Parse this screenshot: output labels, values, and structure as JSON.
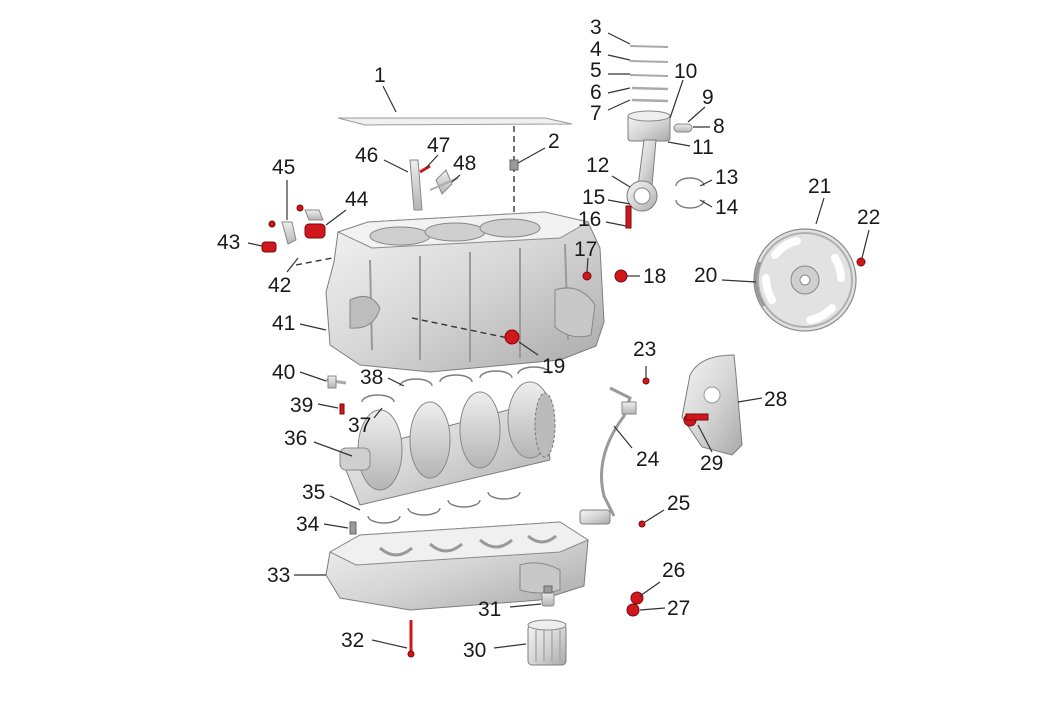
{
  "diagram": {
    "callouts": [
      {
        "n": "1"
      },
      {
        "n": "2"
      },
      {
        "n": "3"
      },
      {
        "n": "4"
      },
      {
        "n": "5"
      },
      {
        "n": "6"
      },
      {
        "n": "7"
      },
      {
        "n": "8"
      },
      {
        "n": "9"
      },
      {
        "n": "10"
      },
      {
        "n": "11"
      },
      {
        "n": "12"
      },
      {
        "n": "13"
      },
      {
        "n": "14"
      },
      {
        "n": "15"
      },
      {
        "n": "16"
      },
      {
        "n": "17"
      },
      {
        "n": "18"
      },
      {
        "n": "19"
      },
      {
        "n": "20"
      },
      {
        "n": "21"
      },
      {
        "n": "22"
      },
      {
        "n": "23"
      },
      {
        "n": "24"
      },
      {
        "n": "25"
      },
      {
        "n": "26"
      },
      {
        "n": "27"
      },
      {
        "n": "28"
      },
      {
        "n": "29"
      },
      {
        "n": "30"
      },
      {
        "n": "31"
      },
      {
        "n": "32"
      },
      {
        "n": "33"
      },
      {
        "n": "34"
      },
      {
        "n": "35"
      },
      {
        "n": "36"
      },
      {
        "n": "37"
      },
      {
        "n": "38"
      },
      {
        "n": "39"
      },
      {
        "n": "40"
      },
      {
        "n": "41"
      },
      {
        "n": "42"
      },
      {
        "n": "43"
      },
      {
        "n": "44"
      },
      {
        "n": "45"
      },
      {
        "n": "46"
      },
      {
        "n": "47"
      },
      {
        "n": "48"
      }
    ],
    "colors": {
      "background": "#ffffff",
      "part_metal": "#d9d9d9",
      "highlight_fastener": "#d0171c",
      "label_text": "#1a1a1a",
      "leader_line": "#333333"
    }
  }
}
